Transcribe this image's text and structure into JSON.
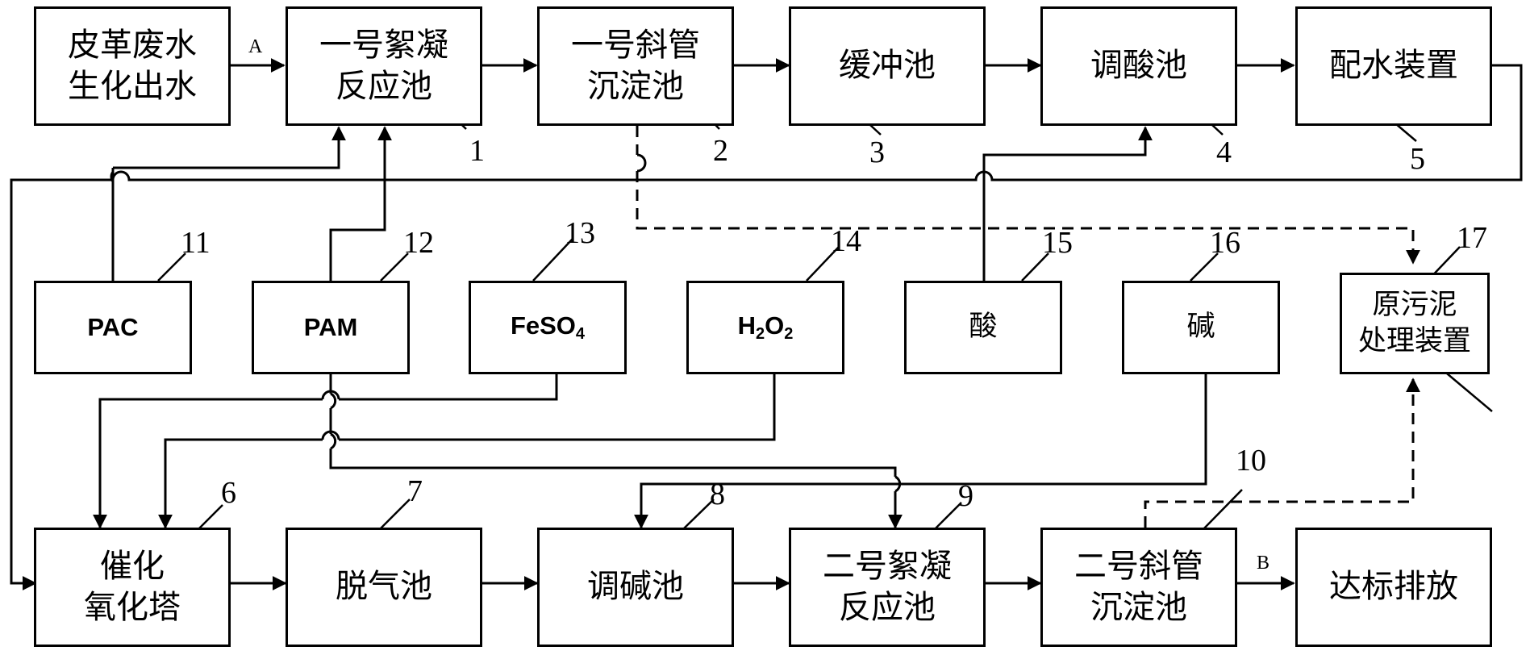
{
  "units": {
    "input": {
      "text": "皮革废水\n生化出水"
    },
    "u1": {
      "text": "一号絮凝\n反应池",
      "number": "1"
    },
    "u2": {
      "text": "一号斜管\n沉淀池",
      "number": "2"
    },
    "u3": {
      "text": "缓冲池",
      "number": "3"
    },
    "u4": {
      "text": "调酸池",
      "number": "4"
    },
    "u5": {
      "text": "配水装置",
      "number": "5"
    },
    "u6": {
      "text": "催化\n氧化塔",
      "number": "6"
    },
    "u7": {
      "text": "脱气池",
      "number": "7"
    },
    "u8": {
      "text": "调碱池",
      "number": "8"
    },
    "u9": {
      "text": "二号絮凝\n反应池",
      "number": "9"
    },
    "u10": {
      "text": "二号斜管\n沉淀池",
      "number": "10"
    },
    "output": {
      "text": "达标排放"
    },
    "u17": {
      "text": "原污泥\n处理装置",
      "number": "17"
    }
  },
  "chemicals": {
    "c11": {
      "label": "PAC",
      "number": "11"
    },
    "c12": {
      "label": "PAM",
      "number": "12"
    },
    "c13": {
      "formula": "FeSO",
      "sub": "4",
      "number": "13"
    },
    "c14": {
      "formula_a": "H",
      "sub_a": "2",
      "formula_b": "O",
      "sub_b": "2",
      "number": "14"
    },
    "c15": {
      "label": "酸",
      "number": "15"
    },
    "c16": {
      "label": "碱",
      "number": "16"
    }
  },
  "flow_labels": {
    "a": "A",
    "b": "B"
  }
}
